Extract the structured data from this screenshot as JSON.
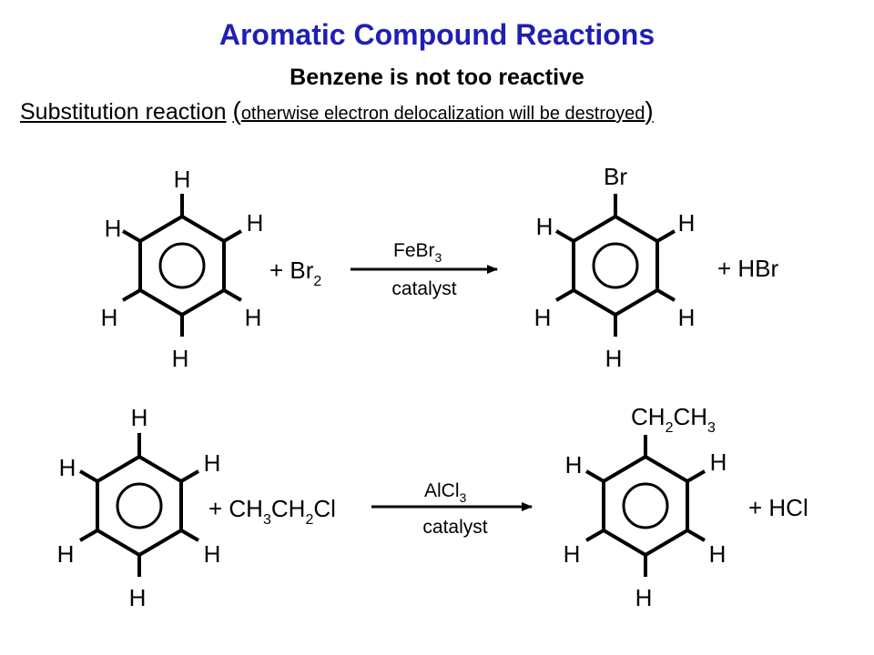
{
  "slide": {
    "title": "Aromatic Compound Reactions",
    "subtitle": "Benzene is not too reactive",
    "statement": {
      "main": "Substitution reaction",
      "open_paren": "(",
      "note": "otherwise electron delocalization will be destroyed",
      "close_paren": ")"
    },
    "colors": {
      "title": "#1f1fb4",
      "text": "#000000",
      "background": "#ffffff"
    }
  },
  "reaction1": {
    "reactant": {
      "top": "H",
      "upper_left": "H",
      "upper_right": "H",
      "lower_left": "H",
      "lower_right": "H",
      "bottom": "H"
    },
    "reagent": {
      "prefix": "+ Br",
      "sub": "2"
    },
    "catalyst": {
      "name": "FeBr",
      "sub": "3",
      "label": "catalyst"
    },
    "product": {
      "top": "Br",
      "upper_left": "H",
      "upper_right": "H",
      "lower_left": "H",
      "lower_right": "H",
      "bottom": "H"
    },
    "byproduct": "+ HBr"
  },
  "reaction2": {
    "reactant": {
      "top": "H",
      "upper_left": "H",
      "upper_right": "H",
      "lower_left": "H",
      "lower_right": "H",
      "bottom": "H"
    },
    "reagent": {
      "prefix": "+ CH",
      "sub1": "3",
      "mid": "CH",
      "sub2": "2",
      "suffix": "Cl"
    },
    "catalyst": {
      "name": "AlCl",
      "sub": "3",
      "label": "catalyst"
    },
    "product": {
      "top_a": "CH",
      "top_sub1": "2",
      "top_b": "CH",
      "top_sub2": "3",
      "upper_left": "H",
      "upper_right": "H",
      "lower_left": "H",
      "lower_right": "H",
      "bottom": "H"
    },
    "byproduct": "+ HCl"
  }
}
